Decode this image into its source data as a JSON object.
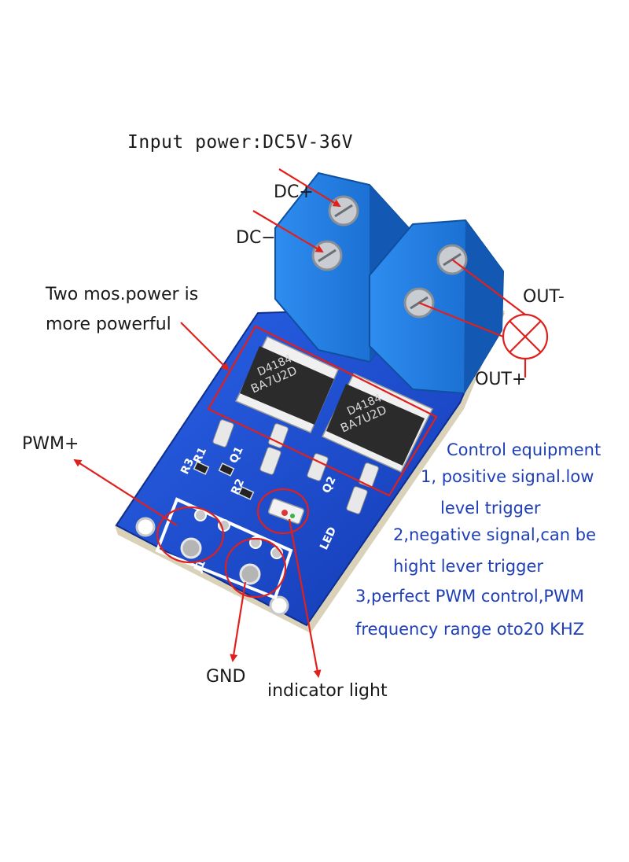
{
  "title": "Input power:DC5V-36V",
  "labels": {
    "dc_plus": "DC+",
    "dc_minus": "DC−",
    "out_minus": "OUT-",
    "out_plus": "OUT+",
    "pwm_plus": "PWM+",
    "gnd": "GND",
    "indicator": "indicator light",
    "mos_line1": "Two mos.power is",
    "mos_line2": "more powerful"
  },
  "board_markings": {
    "chip1_line1": "D4184",
    "chip1_line2": "BA7U2D",
    "chip2_line1": "D4184",
    "chip2_line2": "BA7U2D",
    "q1": "Q1",
    "q2": "Q2",
    "r1": "R1",
    "r2": "R2",
    "r3": "R3",
    "led": "LED",
    "j1": "J1"
  },
  "control_equipment": {
    "heading": "Control equipment",
    "lines": [
      "1, positive signal.low",
      "level trigger",
      "2,negative signal,can be",
      "hight lever trigger",
      "3,perfect PWM control,PWM",
      "frequency range oto20 KHZ"
    ]
  },
  "colors": {
    "annotation_red": "#e0201c",
    "board_blue": "#1a4fd6",
    "terminal_blue": "#1d7fe0",
    "text_blue": "#1f3fb8"
  }
}
